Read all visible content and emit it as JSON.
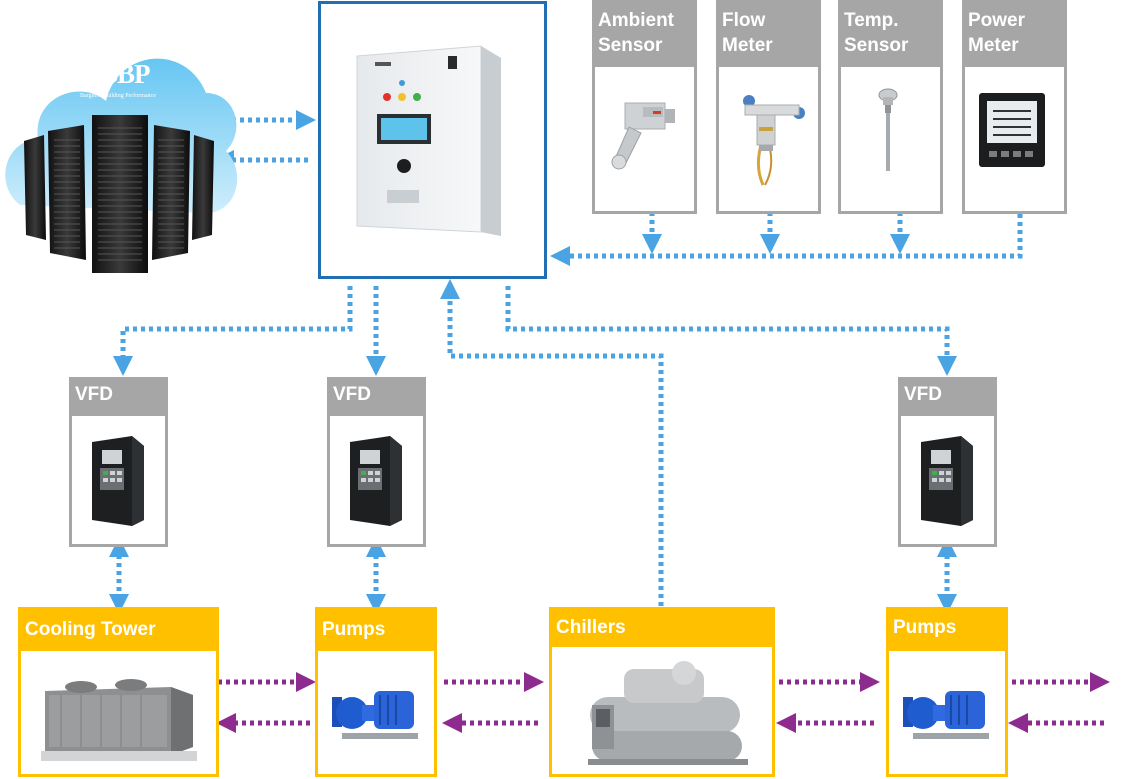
{
  "colors": {
    "data_link": "#4aa3e2",
    "water_loop": "#8e2b8f",
    "controller_border": "#1f6fb2",
    "sensor_gray": "#a6a6a6",
    "equipment_yellow": "#ffc000"
  },
  "cloud": {
    "logo": "BBP",
    "tagline": "Barghest Building Performance"
  },
  "sensors": [
    {
      "label": "Ambient\nSensor",
      "icon": "ambient-sensor-icon"
    },
    {
      "label": "Flow\nMeter",
      "icon": "flow-meter-icon"
    },
    {
      "label": "Temp.\nSensor",
      "icon": "temp-sensor-icon"
    },
    {
      "label": "Power\nMeter",
      "icon": "power-meter-icon"
    }
  ],
  "vfds": [
    {
      "label": "VFD"
    },
    {
      "label": "VFD"
    },
    {
      "label": "VFD"
    }
  ],
  "equipment": [
    {
      "label": "Cooling Tower"
    },
    {
      "label": "Pumps"
    },
    {
      "label": "Chillers"
    },
    {
      "label": "Pumps"
    }
  ]
}
